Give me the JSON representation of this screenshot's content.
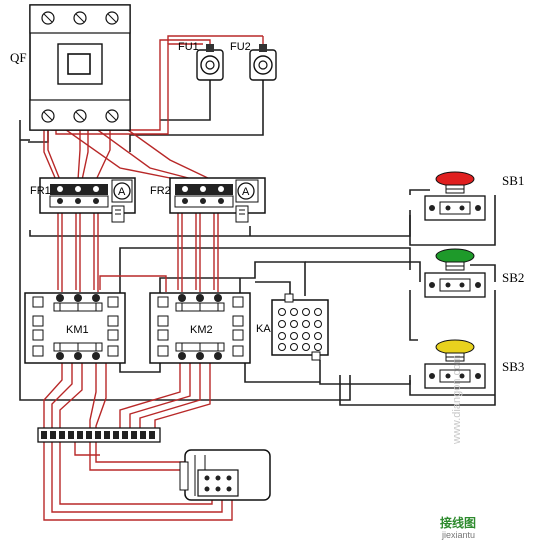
{
  "labels": {
    "qf": "QF",
    "fu1": "FU1",
    "fu2": "FU2",
    "fr1": "FR1",
    "fr2": "FR2",
    "km1": "KM1",
    "km2": "KM2",
    "ka": "KA",
    "sb1": "SB1",
    "sb2": "SB2",
    "sb3": "SB3",
    "meter_symbol": "A"
  },
  "watermark": {
    "site": "www.diangon.com",
    "brand": "接线图",
    "pinyin": "jiexiantu"
  },
  "colors": {
    "power_wire": "#b82828",
    "control_wire": "#222222",
    "frame": "#111111",
    "device_fill": "#ffffff",
    "sb1_cap": "#e02020",
    "sb2_cap": "#1e9a2a",
    "sb3_cap": "#e8d21e"
  }
}
